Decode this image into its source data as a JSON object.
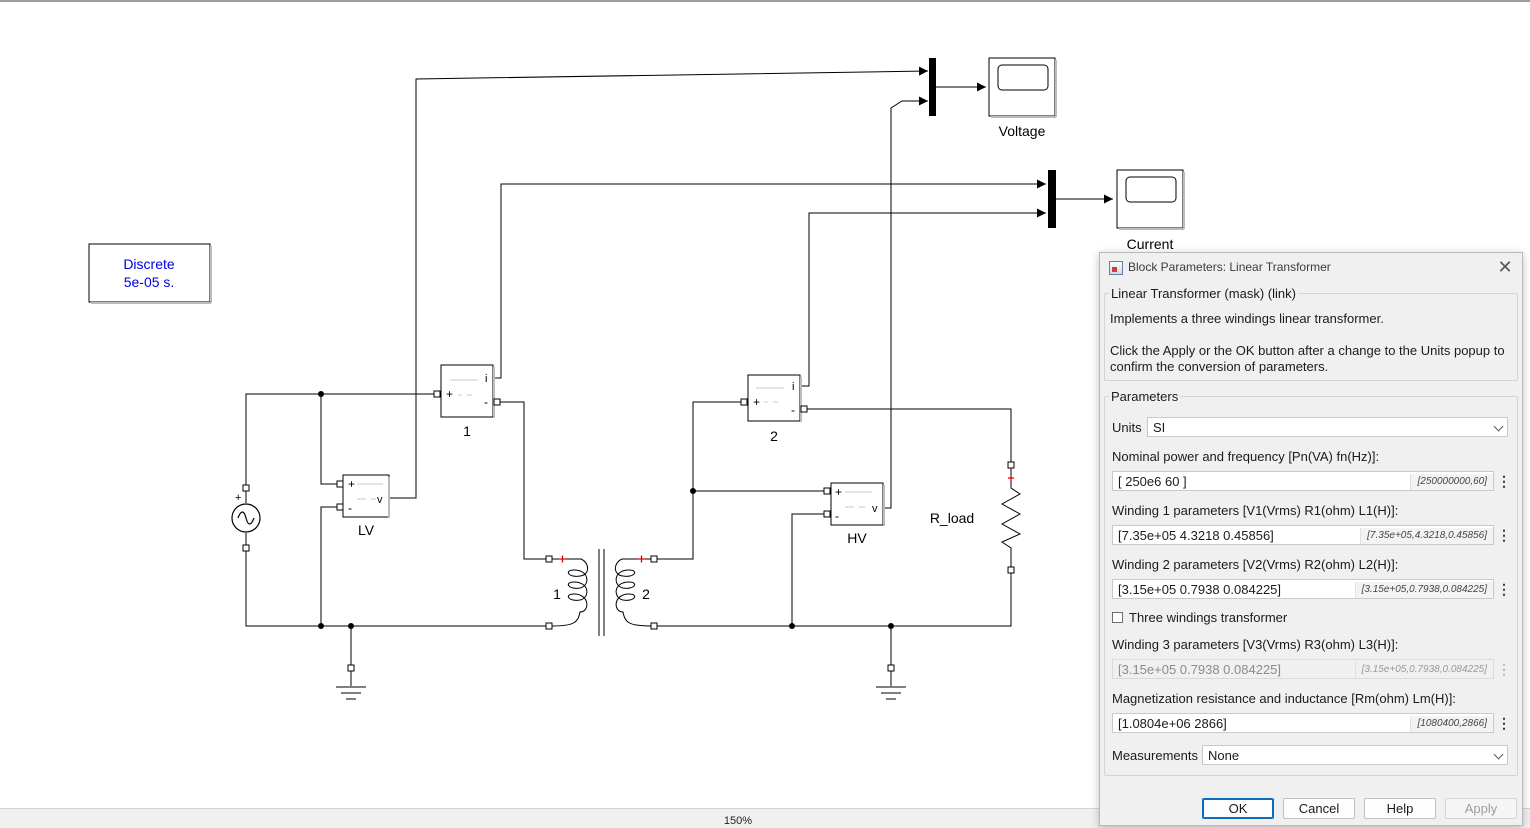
{
  "canvas": {
    "zoom": "150%",
    "powergui": {
      "line1": "Discrete",
      "line2": "5e-05 s."
    },
    "scopes": {
      "voltage": "Voltage",
      "current": "Current"
    },
    "blocks": {
      "current_meter_1": "1",
      "current_meter_2": "2",
      "voltage_meter_lv": "LV",
      "voltage_meter_hv": "HV",
      "load": "R_load",
      "winding_1": "1",
      "winding_2": "2",
      "meter_i_port": "i",
      "meter_v_port": "v"
    }
  },
  "dialog": {
    "title": "Block Parameters: Linear Transformer",
    "mask_group": "Linear Transformer (mask) (link)",
    "description_1": "Implements a three windings linear transformer.",
    "description_2": "Click the Apply or the OK button after a change to the Units popup to",
    "description_3": "confirm the conversion of parameters.",
    "parameters_group": "Parameters",
    "units": {
      "label": "Units",
      "value": "SI"
    },
    "nominal": {
      "label": "Nominal power and frequency [Pn(VA) fn(Hz)]:",
      "value": "[ 250e6 60 ]",
      "evaluated": "[250000000,60]"
    },
    "winding1": {
      "label": "Winding 1 parameters [V1(Vrms) R1(ohm) L1(H)]:",
      "value": "[7.35e+05 4.3218 0.45856]",
      "evaluated": "[7.35e+05,4.3218,0.45856]"
    },
    "winding2": {
      "label": "Winding 2 parameters [V2(Vrms) R2(ohm) L2(H)]:",
      "value": "[3.15e+05 0.7938 0.084225]",
      "evaluated": "[3.15e+05,0.7938,0.084225]"
    },
    "three_windings": {
      "label": "Three windings transformer",
      "checked": false
    },
    "winding3": {
      "label": "Winding 3 parameters [V3(Vrms) R3(ohm) L3(H)]:",
      "value": "[3.15e+05 0.7938 0.084225]",
      "evaluated": "[3.15e+05,0.7938,0.084225]"
    },
    "magnetization": {
      "label": "Magnetization resistance and inductance [Rm(ohm) Lm(H)]:",
      "value": "[1.0804e+06 2866]",
      "evaluated": "[1080400,2866]"
    },
    "measurements": {
      "label": "Measurements",
      "value": "None"
    },
    "buttons": {
      "ok": "OK",
      "cancel": "Cancel",
      "help": "Help",
      "apply": "Apply"
    }
  }
}
